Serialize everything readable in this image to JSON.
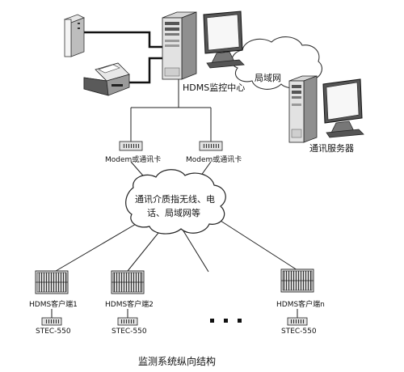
{
  "labels": {
    "center": "HDMS监控中心",
    "lan": "局域网",
    "comm_server": "通讯服务器",
    "modem_left": "Modem或通讯卡",
    "modem_right": "Modem或通讯卡",
    "medium_line1": "通讯介质指无线、电",
    "medium_line2": "话、局域网等",
    "client_1": "HDMS客户端1",
    "client_2": "HDMS客户端2",
    "client_n": "HDMS客户端n",
    "stec_1": "STEC-550",
    "stec_2": "STEC-550",
    "stec_n": "STEC-550",
    "caption": "监测系统纵向结构"
  }
}
